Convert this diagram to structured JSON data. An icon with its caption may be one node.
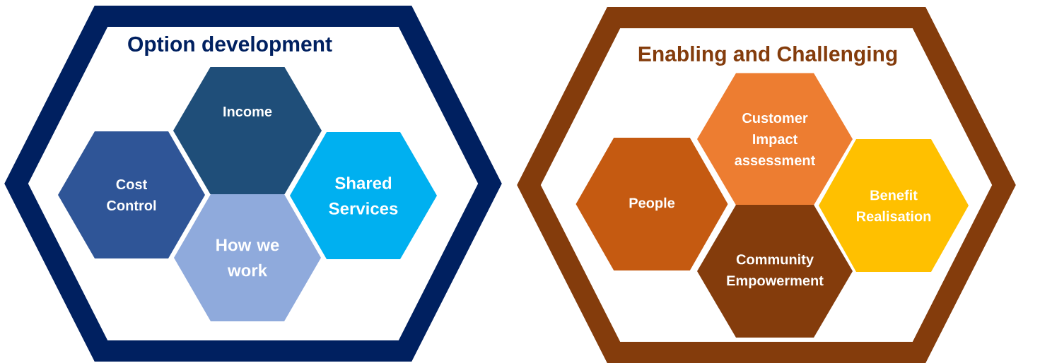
{
  "diagram": {
    "nodes": [
      {
        "text": [
          "Option development"
        ]
      },
      {
        "text": [
          "Income"
        ],
        "in": 0
      },
      {
        "text": [
          "Cost Control"
        ],
        "in": 0
      },
      {
        "text": [
          "Shared Services"
        ],
        "in": 0
      },
      {
        "text": [
          "How we work"
        ],
        "in": 0
      },
      {
        "text": [
          "Enabling and Challenging"
        ]
      },
      {
        "text": [
          "Customer Impact assessment"
        ],
        "in": 5
      },
      {
        "text": [
          "People"
        ],
        "in": 5
      },
      {
        "text": [
          "Benefit Realisation"
        ],
        "in": 5
      },
      {
        "text": [
          "Community Empowerment"
        ],
        "in": 5
      }
    ]
  }
}
